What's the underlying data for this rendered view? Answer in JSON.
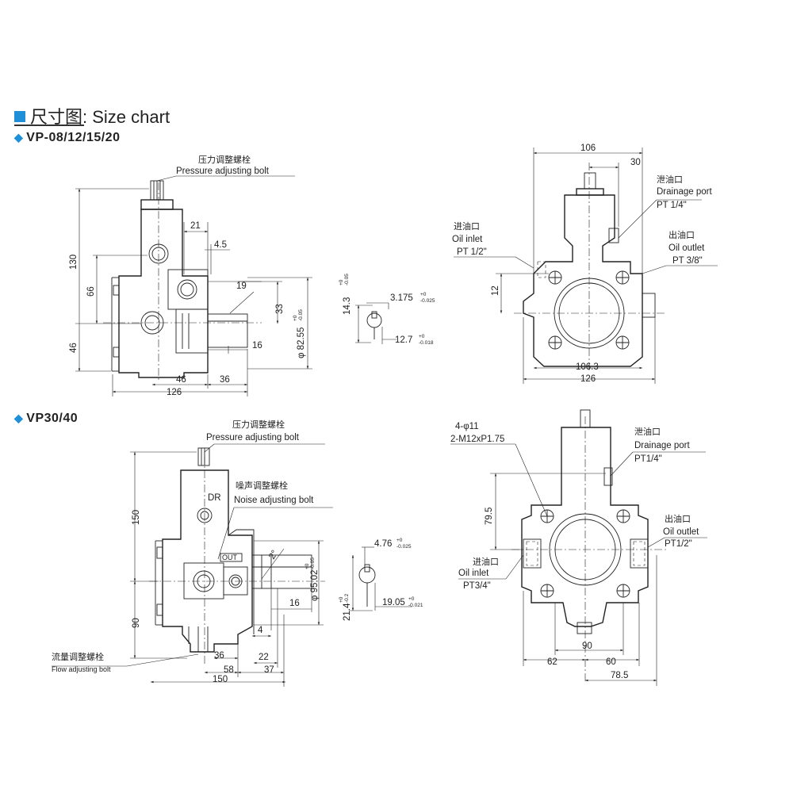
{
  "header": {
    "title_cn": "尺寸图:",
    "title_en": "Size chart",
    "model_a": "VP-08/12/15/20",
    "model_b": "VP30/40",
    "accent_color": "#1f8fd8"
  },
  "icons": {
    "title_marker": "square-icon",
    "model_marker": "diamond-icon"
  },
  "vp08_side": {
    "callout_cn": "压力调整螺栓",
    "callout_en": "Pressure adjusting bolt",
    "dims": {
      "h130": "130",
      "h66": "66",
      "h46": "46",
      "d21": "21",
      "d4_5": "4.5",
      "d19": "19",
      "d33": "33",
      "d16": "16",
      "w46": "46",
      "w36": "36",
      "w126": "126",
      "shaft_dia": "φ 82.55",
      "shaft_tol_up": "+0",
      "shaft_tol_lo": "-0.05"
    }
  },
  "vp08_key": {
    "d14_3": "14.3",
    "d14_3_up": "+0",
    "d14_3_lo": "-0.05",
    "d3_175": "3.175",
    "d3_175_up": "+0",
    "d3_175_lo": "-0.025",
    "d12_7": "12.7",
    "d12_7_up": "+0",
    "d12_7_lo": "-0.018"
  },
  "vp08_front": {
    "d106": "106",
    "d30": "30",
    "d12": "12",
    "d106_3": "106.3",
    "d126": "126",
    "drain_cn": "泄油口",
    "drain_en": "Drainage port",
    "drain_pt": "PT 1/4\"",
    "inlet_cn": "进油口",
    "inlet_en": "Oil inlet",
    "inlet_pt": "PT 1/2\"",
    "outlet_cn": "出油口",
    "outlet_en": "Oil outlet",
    "outlet_pt": "PT 3/8\""
  },
  "vp30_side": {
    "callout_cn": "压力调整螺栓",
    "callout_en": "Pressure adjusting bolt",
    "noise_cn": "噪声调整螺栓",
    "noise_en": "Noise adjusting bolt",
    "flow_cn": "流量调整螺栓",
    "flow_en": "Flow adjusting bolt",
    "label_dr": "DR",
    "label_out": "OUT",
    "dims": {
      "h150": "150",
      "h90": "90",
      "angle": "2°",
      "d16": "16",
      "d4": "4",
      "d36": "36",
      "d22": "22",
      "d58": "58",
      "d37": "37",
      "w150": "150",
      "shaft_dia": "φ 95.02",
      "shaft_tol_up": "+0",
      "shaft_tol_lo": "-0.05"
    }
  },
  "vp30_key": {
    "d4_76": "4.76",
    "d4_76_up": "+0",
    "d4_76_lo": "-0.025",
    "d21_4": "21.4",
    "d21_4_up": "+0",
    "d21_4_lo": "-0.2",
    "d19_05": "19.05",
    "d19_05_up": "+0",
    "d19_05_lo": "-0.021"
  },
  "vp30_front": {
    "holes": "4-φ11",
    "thread": "2-M12xP1.75",
    "d79_5": "79.5",
    "d90": "90",
    "d62": "62",
    "d60": "60",
    "d78_5": "78.5",
    "drain_cn": "泄油口",
    "drain_en": "Drainage port",
    "drain_pt": "PT1/4\"",
    "outlet_cn": "出油口",
    "outlet_en": "Oil outlet",
    "outlet_pt": "PT1/2\"",
    "inlet_cn": "进油口",
    "inlet_en": "Oil inlet",
    "inlet_pt": "PT3/4\""
  }
}
